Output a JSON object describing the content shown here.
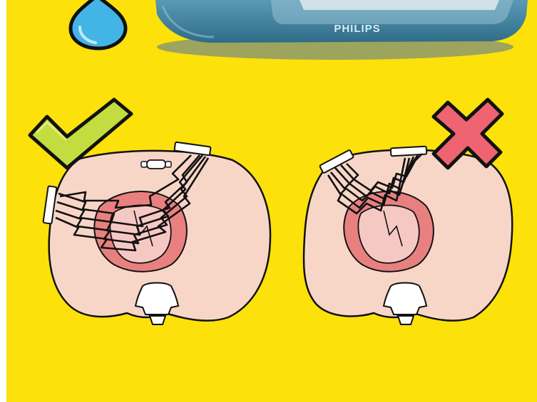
{
  "device": {
    "brand": "PHILIPS"
  },
  "panels": [
    {
      "name": "correct-pad-placement",
      "verdict": "correct"
    },
    {
      "name": "incorrect-pad-placement",
      "verdict": "incorrect"
    }
  ],
  "colors": {
    "background": "#fce10a",
    "device_body": "#3f7f9c",
    "device_shadow": "#7e8f7a",
    "water_drop": "#43b4e6",
    "torso_fill": "#f8d6c7",
    "heart_outer": "#e98080",
    "heart_inner": "#f6c8c4",
    "pad_fill": "#ffffff",
    "check_mark": "#c3dc3f",
    "cross_mark": "#ee6470",
    "outline": "#111111"
  }
}
